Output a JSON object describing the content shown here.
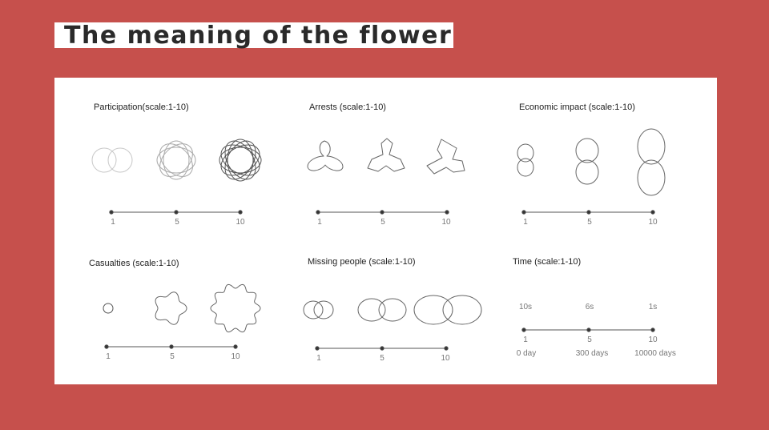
{
  "slide": {
    "title": "The meaning of the flower"
  },
  "legend": {
    "participation": {
      "title": "Participation(scale:1-10)",
      "scale": [
        "1",
        "5",
        "10"
      ]
    },
    "arrests": {
      "title": "Arrests (scale:1-10)",
      "scale": [
        "1",
        "5",
        "10"
      ]
    },
    "economic": {
      "title": "Economic impact (scale:1-10)",
      "scale": [
        "1",
        "5",
        "10"
      ]
    },
    "casualties": {
      "title": "Casualties (scale:1-10)",
      "scale": [
        "1",
        "5",
        "10"
      ]
    },
    "missing": {
      "title": "Missing people (scale:1-10)",
      "scale": [
        "1",
        "5",
        "10"
      ]
    },
    "time": {
      "title": "Time (scale:1-10)",
      "durations": [
        "10s",
        "6s",
        "1s"
      ],
      "scale": [
        "1",
        "5",
        "10"
      ],
      "days": [
        "0 day",
        "300 days",
        "10000 days"
      ]
    }
  },
  "colors": {
    "background": "#c6504c",
    "panel": "#ffffff",
    "stroke": "#555555"
  }
}
